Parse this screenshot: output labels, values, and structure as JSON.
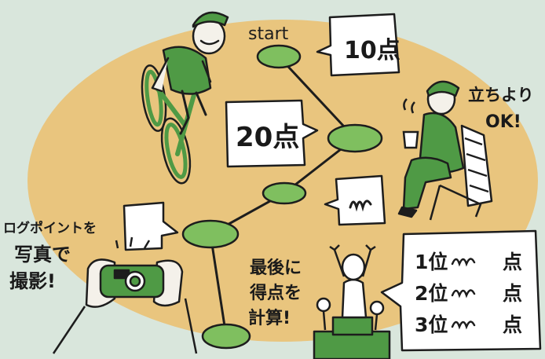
{
  "labels": {
    "start": "start",
    "checkpoint1_points": "10点",
    "checkpoint2_points": "20点",
    "checkpoint3_points": "ᴧᴧ",
    "rest_note": [
      "立ちより",
      "OK!"
    ],
    "photo_note": [
      "ログポイントを",
      "写真で",
      "撮影!"
    ],
    "final_note": [
      "最後に",
      "得点を",
      "計算!"
    ],
    "ranking": [
      {
        "rank": "1位",
        "score": "点"
      },
      {
        "rank": "2位",
        "score": "点"
      },
      {
        "rank": "3位",
        "score": "点"
      }
    ]
  },
  "colors": {
    "background": "#d9e6dc",
    "map_area": "#e9c57e",
    "node_green": "#7fbf5f",
    "jersey_green": "#4f9a45",
    "ink": "#1d1d1d"
  },
  "icons": [
    "bicycle-rider-icon",
    "camera-icon",
    "bench-icon",
    "coffee-cup-icon",
    "podium-icon"
  ]
}
